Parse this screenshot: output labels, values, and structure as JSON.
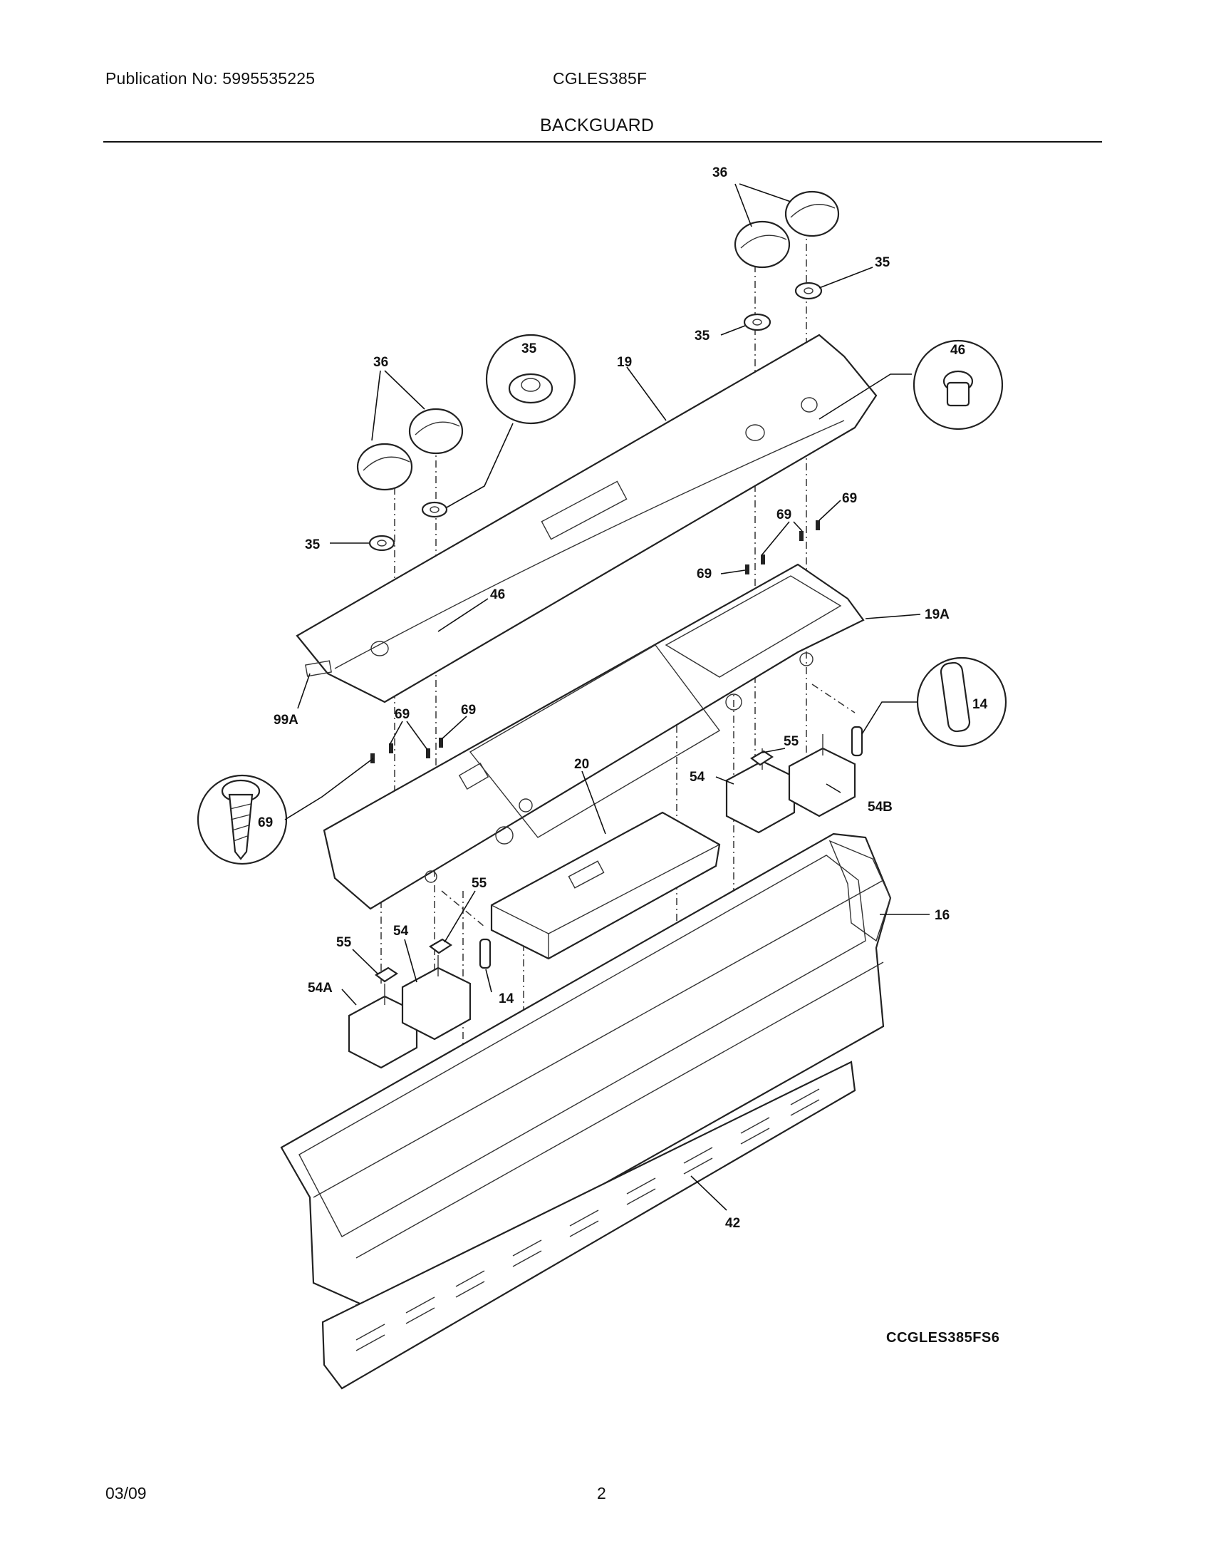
{
  "header": {
    "publication": "Publication No: 5995535225",
    "model": "CGLES385F",
    "section_title": "BACKGUARD"
  },
  "diagram": {
    "code": "CCGLES385FS6",
    "callouts": {
      "c36_right": "36",
      "c35_top_right": "35",
      "c35_mid_right": "35",
      "c46_detail": "46",
      "c35_detail": "35",
      "c36_left": "36",
      "c19": "19",
      "c69_r1": "69",
      "c69_r2": "69",
      "c69_r3": "69",
      "c35_left": "35",
      "c46_left": "46",
      "c19A": "19A",
      "c14_detail": "14",
      "c99A": "99A",
      "c69_l1": "69",
      "c69_l2": "69",
      "c20": "20",
      "c55_right": "55",
      "c54_right": "54",
      "c54B": "54B",
      "c69_detail": "69",
      "c55_left1": "55",
      "c55_left2": "55",
      "c54_left": "54",
      "c54A": "54A",
      "c14_left": "14",
      "c16": "16",
      "c42": "42"
    }
  },
  "footer": {
    "date": "03/09",
    "page": "2"
  }
}
